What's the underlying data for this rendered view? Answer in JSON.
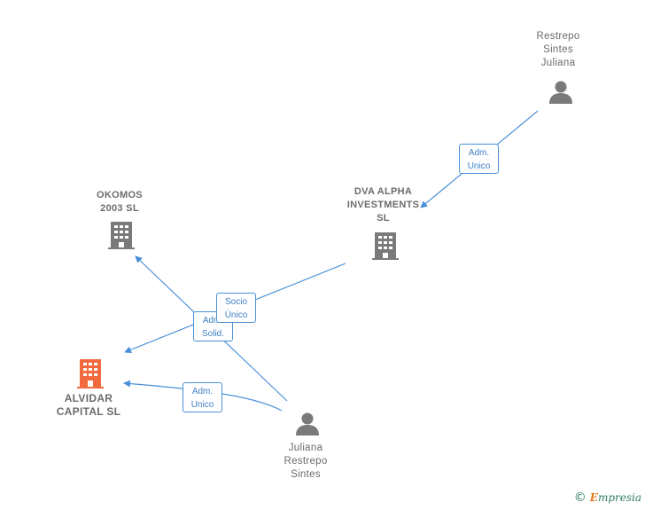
{
  "nodes": {
    "restrepo_sintes_juliana": {
      "label": "Restrepo\nSintes\nJuliana"
    },
    "dva_alpha": {
      "label": "DVA ALPHA\nINVESTMENTS\nSL"
    },
    "okomos": {
      "label": "OKOMOS\n2003  SL"
    },
    "alvidar": {
      "label": "ALVIDAR\nCAPITAL  SL"
    },
    "juliana_restrepo_sintes": {
      "label": "Juliana\nRestrepo\nSintes"
    }
  },
  "edges": {
    "adm_unico_top": {
      "label": "Adm.\nUnico"
    },
    "socio_unico": {
      "label": "Socio\nÚnico"
    },
    "adm_solid": {
      "label": "Adm.\nSolid."
    },
    "adm_unico_bottom": {
      "label": "Adm.\nUnico"
    }
  },
  "colors": {
    "person_icon": "#7a7a7a",
    "company_icon": "#7a7a7a",
    "highlight_company_icon": "#f26a3d",
    "edge_line": "#4a90d9"
  },
  "brand": {
    "copyright": "©",
    "name": "mpresia",
    "initial": "E"
  }
}
